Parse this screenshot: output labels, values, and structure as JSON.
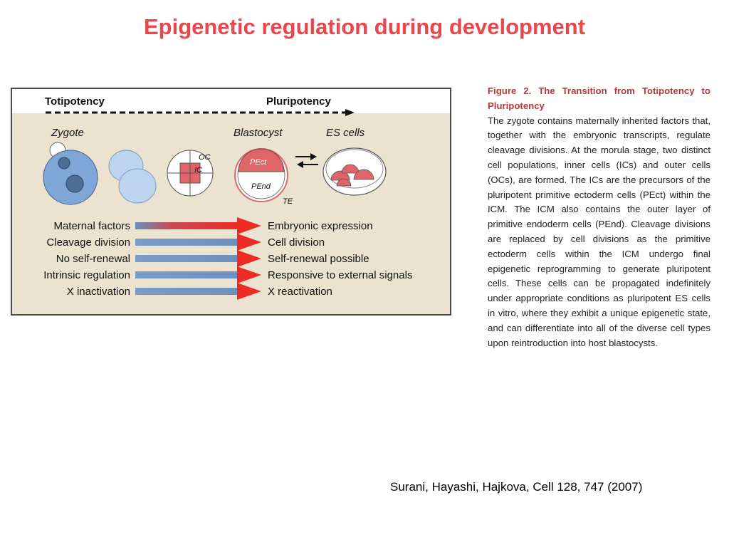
{
  "slide": {
    "title": "Epigenetic regulation during development",
    "citation": "Surani, Hayashi, Hajkova, Cell 128, 747 (2007)"
  },
  "figure": {
    "header_left": "Totipotency",
    "header_right": "Pluripotency",
    "stages": {
      "zygote": "Zygote",
      "blastocyst": "Blastocyst",
      "es_cells": "ES cells"
    },
    "cell_labels": {
      "oc": "OC",
      "ic": "IC",
      "pect": "PEct",
      "pend": "PEnd",
      "te": "TE"
    },
    "transitions": [
      {
        "from": "Maternal factors",
        "to": "Embryonic expression"
      },
      {
        "from": "Cleavage division",
        "to": "Cell division"
      },
      {
        "from": "No self-renewal",
        "to": "Self-renewal possible"
      },
      {
        "from": "Intrinsic regulation",
        "to": "Responsive to external signals"
      },
      {
        "from": "X inactivation",
        "to": "X reactivation"
      }
    ],
    "colors": {
      "panel_bg": "#ebe3d0",
      "cell_blue": "#b9d4ef",
      "cell_blue_dark": "#4f6e95",
      "cell_pink": "#e0656b",
      "arrow_red": "#ee2a24",
      "arrow_blue": "#6d90bd"
    }
  },
  "caption": {
    "title": "Figure 2. The Transition from Totipotency to Pluripotency",
    "body": "The zygote contains maternally inherited factors that, together with the embryonic transcripts, regulate cleavage divisions. At the morula stage, two distinct cell populations, inner cells (ICs) and outer cells (OCs), are formed. The ICs are the precursors of the pluripotent primitive ectoderm cells (PEct) within the ICM. The ICM also contains the outer layer of primitive endoderm cells (PEnd). Cleavage divisions are replaced by cell divisions as the primitive ectoderm cells within the ICM undergo final epigenetic reprogramming to generate pluripotent cells. These cells can be propagated indefinitely under appropriate conditions as pluripotent ES cells in vitro, where they exhibit a unique epigenetic state, and can differentiate into all of the diverse cell types upon reintroduction into host blastocysts."
  }
}
